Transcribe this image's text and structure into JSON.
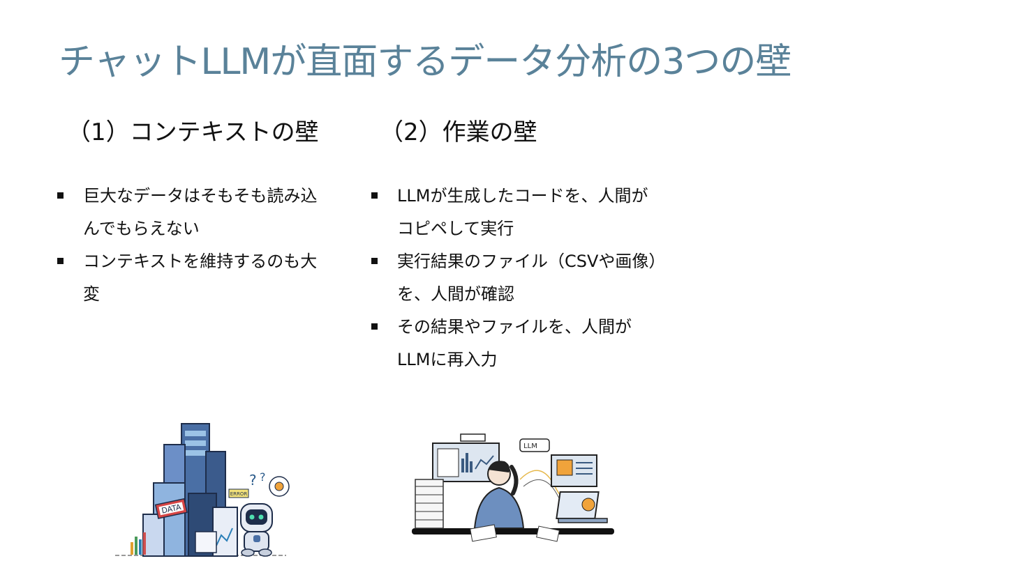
{
  "slide": {
    "title": "チャットLLMが直面するデータ分析の3つの壁",
    "columns": [
      {
        "heading": "（1）コンテキストの壁",
        "bullets": [
          "巨大なデータはそもそも読み込んでもらえない",
          "コンテキストを維持するのも大変"
        ],
        "illustration": {
          "icon": "data-overload-robot-illustration",
          "labels": [
            "DATA",
            "ERROR"
          ]
        }
      },
      {
        "heading": "（2）作業の壁",
        "bullets": [
          "LLMが生成したコードを、人間がコピペして実行",
          "実行結果のファイル（CSVや画像）を、人間が確認",
          "その結果やファイルを、人間がLLMに再入力"
        ],
        "illustration": {
          "icon": "overwhelmed-worker-illustration",
          "labels": [
            "LLM"
          ]
        }
      }
    ]
  },
  "colors": {
    "title": "#5a8299",
    "text": "#111111",
    "background": "#ffffff"
  }
}
